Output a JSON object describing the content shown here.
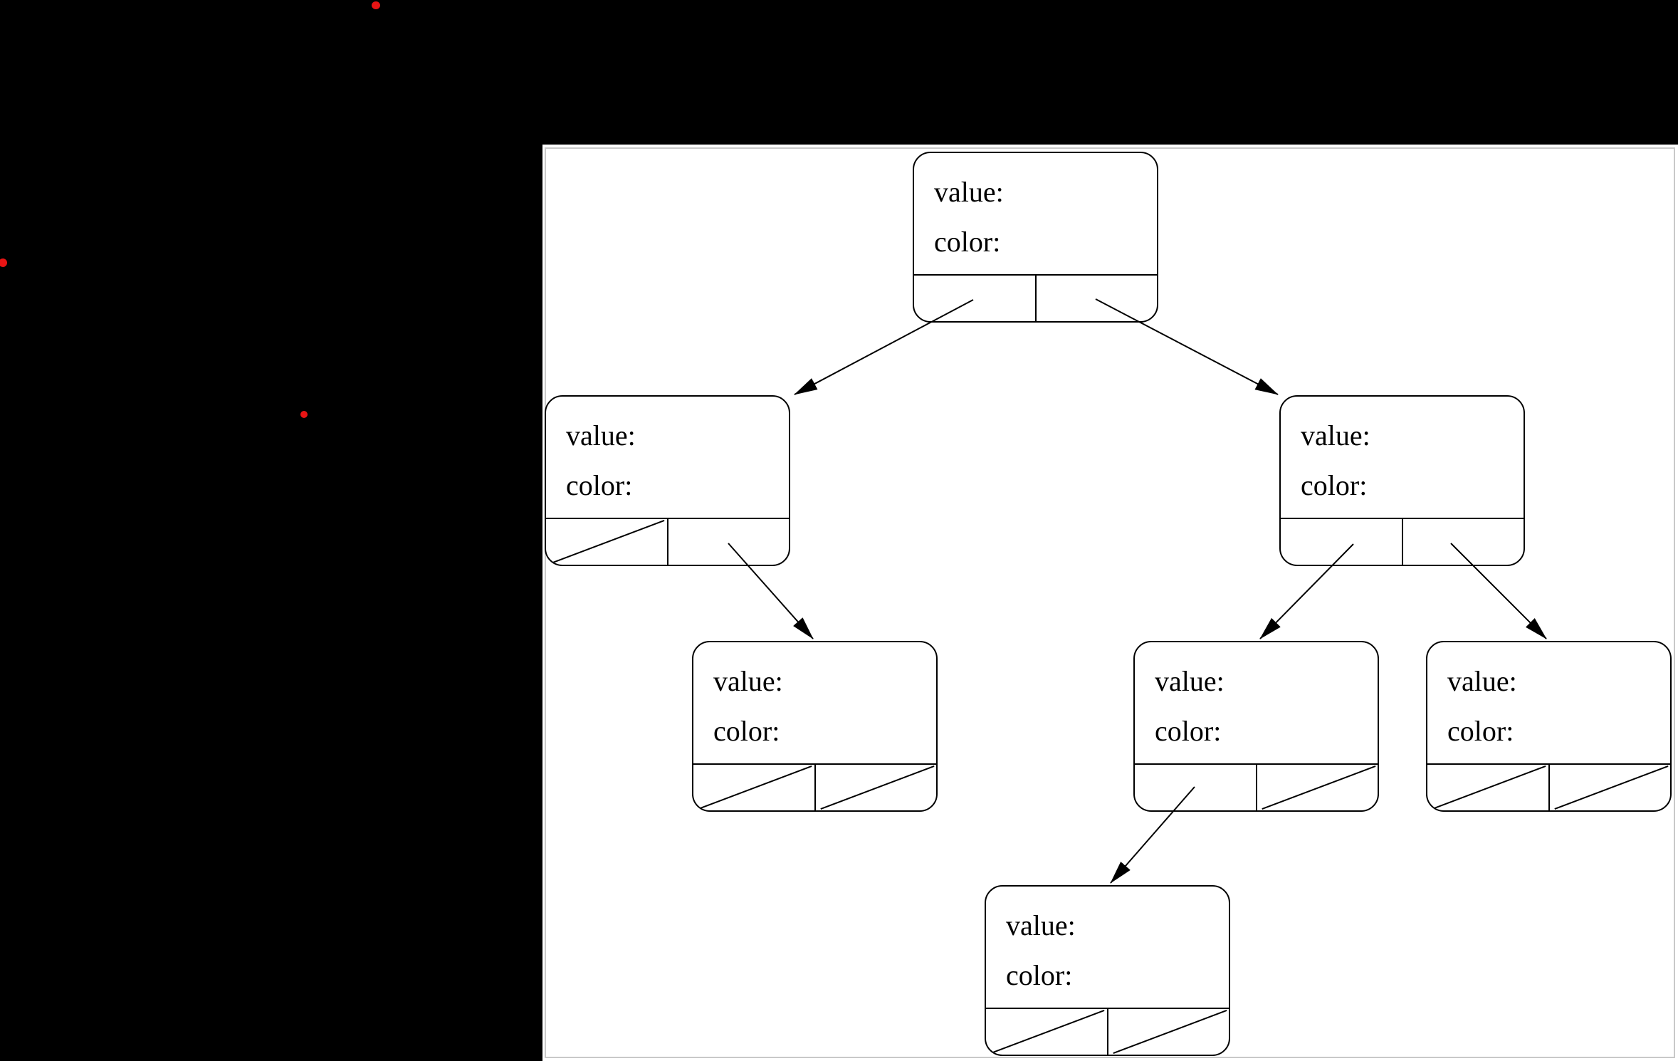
{
  "page": {
    "background": "#000000",
    "canvas_background": "#ffffff",
    "frame_color": "#c9c9c9",
    "line_color": "#000000",
    "text_color": "#000000"
  },
  "red_markers": {
    "count": 3,
    "color": "#e81414"
  },
  "diagram": {
    "type": "binary-tree-node-diagram",
    "node_field_labels": {
      "value": "value:",
      "color": "color:"
    }
  },
  "nodes": [
    {
      "id": "root",
      "value_label": "value:",
      "color_label": "color:",
      "left_pointer": "child",
      "right_pointer": "child"
    },
    {
      "id": "left-child",
      "value_label": "value:",
      "color_label": "color:",
      "left_pointer": "null",
      "right_pointer": "child"
    },
    {
      "id": "right-child",
      "value_label": "value:",
      "color_label": "color:",
      "left_pointer": "child",
      "right_pointer": "child"
    },
    {
      "id": "left-right-grandchild",
      "value_label": "value:",
      "color_label": "color:",
      "left_pointer": "null",
      "right_pointer": "null"
    },
    {
      "id": "right-left-grandchild",
      "value_label": "value:",
      "color_label": "color:",
      "left_pointer": "child",
      "right_pointer": "null"
    },
    {
      "id": "right-right-grandchild",
      "value_label": "value:",
      "color_label": "color:",
      "left_pointer": "null",
      "right_pointer": "null"
    },
    {
      "id": "right-left-left-greatgrandchild",
      "value_label": "value:",
      "color_label": "color:",
      "left_pointer": "null",
      "right_pointer": "null"
    }
  ],
  "edges": [
    {
      "from": "root.left-pointer",
      "to": "left-child"
    },
    {
      "from": "root.right-pointer",
      "to": "right-child"
    },
    {
      "from": "left-child.right-pointer",
      "to": "left-right-grandchild"
    },
    {
      "from": "right-child.left-pointer",
      "to": "right-left-grandchild"
    },
    {
      "from": "right-child.right-pointer",
      "to": "right-right-grandchild"
    },
    {
      "from": "right-left-grandchild.left-pointer",
      "to": "right-left-left-greatgrandchild"
    }
  ]
}
